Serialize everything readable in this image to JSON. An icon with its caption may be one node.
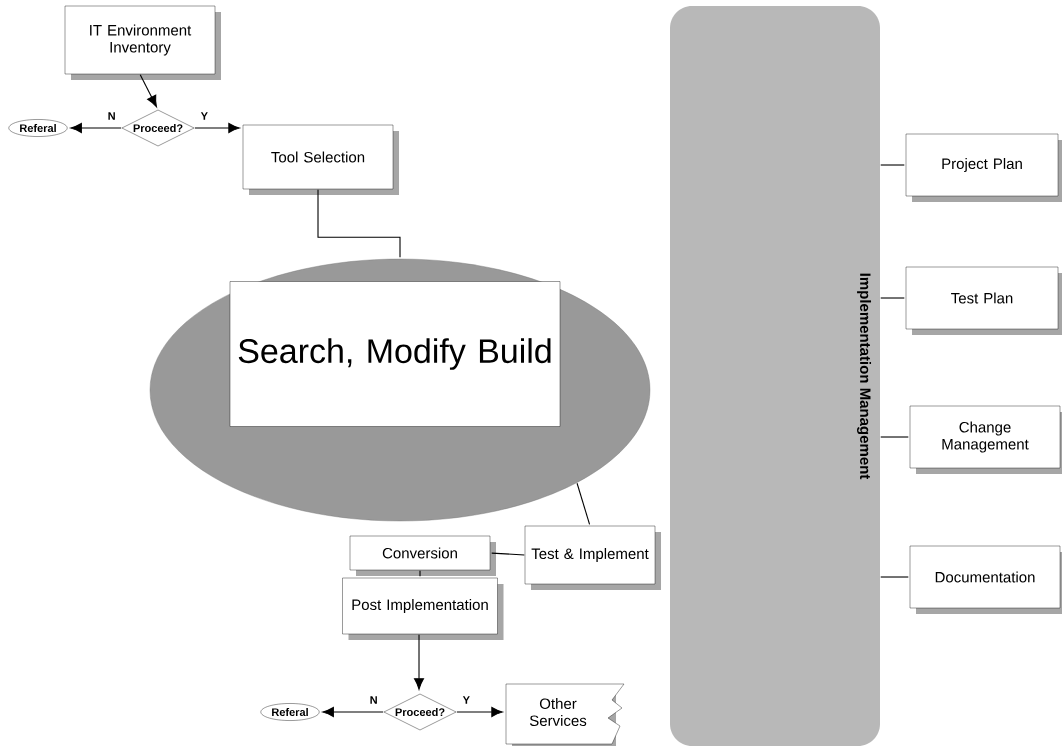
{
  "diagram": {
    "nodes": [
      {
        "text": [
          "Implementation Management"
        ]
      },
      {
        "text": [
          "IT Environment Inventory"
        ]
      },
      {
        "text": [
          "Proceed?"
        ]
      },
      {
        "text": [
          "Referal"
        ]
      },
      {
        "text": [
          "Tool Selection"
        ]
      },
      {
        "text": [],
        "shape": "ellipse"
      },
      {
        "text": [
          "Search, Modify Build"
        ],
        "in": 5
      },
      {
        "text": [
          "Test & Implement"
        ]
      },
      {
        "text": [
          "Conversion"
        ]
      },
      {
        "text": [
          "Post Implementation"
        ]
      },
      {
        "text": [
          "Proceed?"
        ]
      },
      {
        "text": [
          "Referal"
        ]
      },
      {
        "text": [
          "Other Services"
        ]
      },
      {
        "text": [
          "Project Plan"
        ]
      },
      {
        "text": [
          "Test Plan"
        ]
      },
      {
        "text": [
          "Change Management"
        ]
      },
      {
        "text": [
          "Documentation"
        ]
      }
    ],
    "edges": [
      {
        "from": 1,
        "to": 2,
        "arrow": "to"
      },
      {
        "from": 2,
        "to": 3,
        "arrow": "to",
        "label": "N"
      },
      {
        "from": 2,
        "to": 4,
        "arrow": "to",
        "label": "Y"
      },
      {
        "from": 4,
        "to": 5,
        "arrow": "none"
      },
      {
        "from": 5,
        "to": 7,
        "arrow": "none"
      },
      {
        "from": 7,
        "to": 8,
        "arrow": "none"
      },
      {
        "from": 8,
        "to": 9,
        "arrow": "none"
      },
      {
        "from": 9,
        "to": 10,
        "arrow": "to"
      },
      {
        "from": 10,
        "to": 11,
        "arrow": "to",
        "label": "N"
      },
      {
        "from": 10,
        "to": 12,
        "arrow": "to",
        "label": "Y"
      },
      {
        "from": 0,
        "to": 13,
        "arrow": "none"
      },
      {
        "from": 0,
        "to": 14,
        "arrow": "none"
      },
      {
        "from": 0,
        "to": 15,
        "arrow": "none"
      },
      {
        "from": 0,
        "to": 16,
        "arrow": "none"
      }
    ]
  }
}
